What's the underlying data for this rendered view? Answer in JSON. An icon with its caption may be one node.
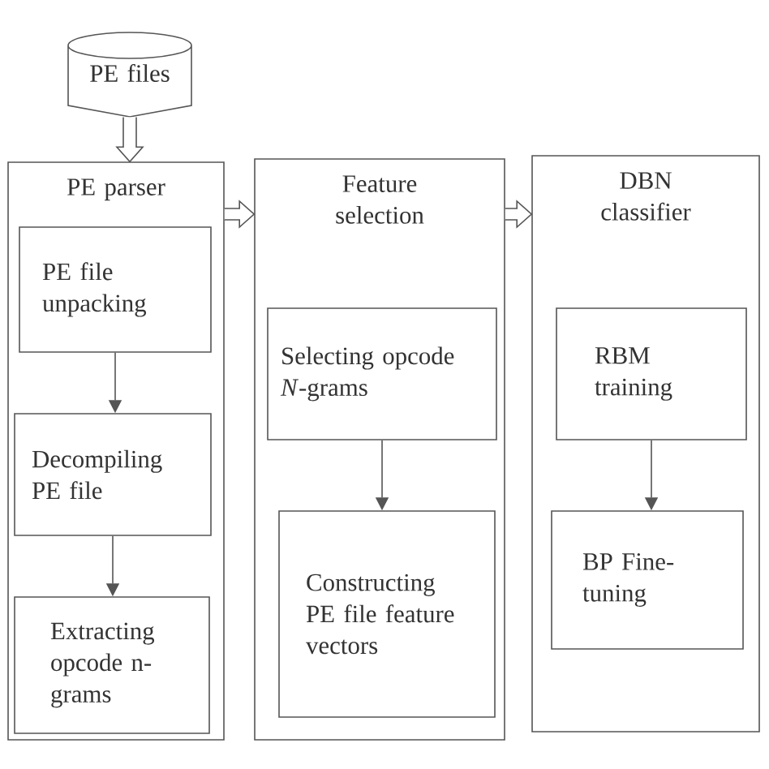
{
  "diagram": {
    "nodes": [
      {
        "text": [
          "PE files"
        ]
      },
      {
        "text": [
          "PE parser"
        ]
      },
      {
        "text": [
          "PE file unpacking"
        ],
        "in": 1
      },
      {
        "text": [
          "Decompiling PE file"
        ],
        "in": 1
      },
      {
        "text": [
          "Extracting opcode n-grams"
        ],
        "in": 1
      },
      {
        "text": [
          "Feature selection"
        ]
      },
      {
        "text": [
          "Selecting opcode *N*-grams"
        ],
        "in": 5
      },
      {
        "text": [
          "Constructing PE file feature vectors"
        ],
        "in": 5
      },
      {
        "text": [
          "DBN classifier"
        ]
      },
      {
        "text": [
          "RBM training"
        ],
        "in": 8
      },
      {
        "text": [
          "BP Fine-tuning"
        ],
        "in": 8
      }
    ],
    "edges": [
      {
        "from": 0,
        "to": 1,
        "arrow": "to",
        "style": "thick"
      },
      {
        "from": 1,
        "to": 5,
        "arrow": "to",
        "style": "thick"
      },
      {
        "from": 5,
        "to": 8,
        "arrow": "to",
        "style": "thick"
      },
      {
        "from": 2,
        "to": 3,
        "arrow": "to"
      },
      {
        "from": 3,
        "to": 4,
        "arrow": "to"
      },
      {
        "from": 6,
        "to": 7,
        "arrow": "to"
      },
      {
        "from": 9,
        "to": 10,
        "arrow": "to"
      }
    ]
  }
}
